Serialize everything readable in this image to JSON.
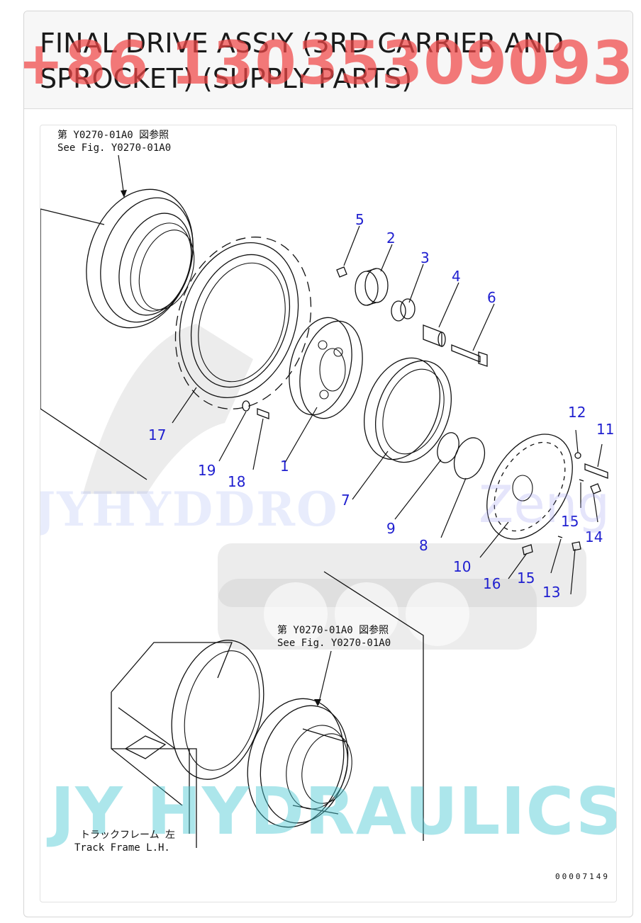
{
  "header": {
    "title": "FINAL DRIVE ASS'Y (3RD CARRIER AND SPROCKET) (SUPPLY PARTS)",
    "phone_watermark": "+86 13035309093"
  },
  "diagram": {
    "ref_top_jp": "第 Y0270-01A0 図参照",
    "ref_top_en": "See Fig. Y0270-01A0",
    "ref_mid_jp": "第 Y0270-01A0 図参照",
    "ref_mid_en": "See Fig. Y0270-01A0",
    "frame_jp": "トラックフレーム 左",
    "frame_en": "Track Frame L.H.",
    "drawing_number": "00007149",
    "watermark_mid": "JYHYDDRO",
    "watermark_zeng": "Zeng",
    "watermark_bottom": "JY HYDRAULICS",
    "callouts": [
      "5",
      "2",
      "3",
      "4",
      "6",
      "17",
      "19",
      "18",
      "1",
      "7",
      "9",
      "8",
      "10",
      "12",
      "11",
      "15",
      "14",
      "16",
      "15",
      "13"
    ],
    "colors": {
      "callout": "#2020d0",
      "phone": "#f04646",
      "cyan_watermark": "#46c8d2"
    }
  }
}
